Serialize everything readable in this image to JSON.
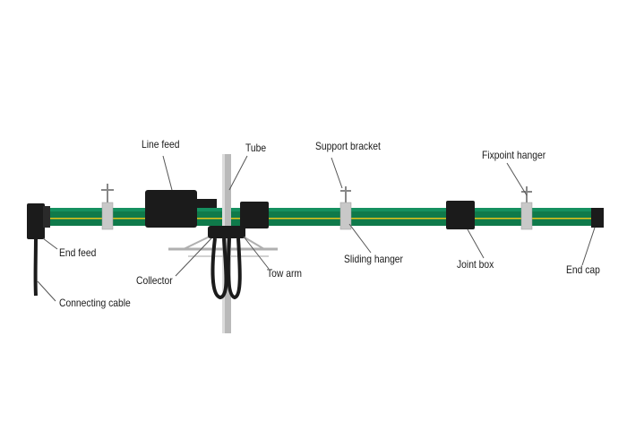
{
  "labels": {
    "line_feed": "Line feed",
    "tube": "Tube",
    "support_bracket": "Support bracket",
    "fixpoint_hanger": "Fixpoint hanger",
    "end_feed": "End feed",
    "collector": "Collector",
    "tow_arm": "Tow arm",
    "sliding_hanger": "Sliding hanger",
    "joint_box": "Joint box",
    "end_cap": "End cap",
    "connecting_cable": "Connecting cable"
  },
  "colors": {
    "rail": "#0f7a4a",
    "rail_stripe": "#e2c21a",
    "housing": "#1b1b1b",
    "clamp": "#c8c8c8",
    "leader": "#555555"
  }
}
